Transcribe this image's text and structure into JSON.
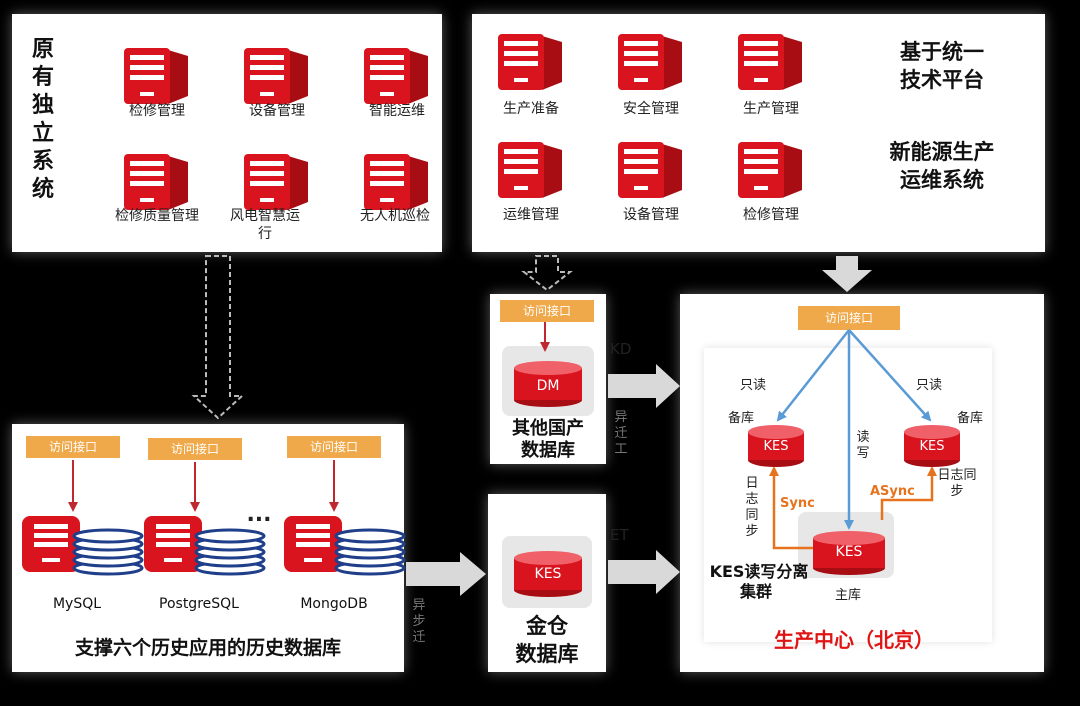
{
  "left_top": {
    "title": "原有独立系统",
    "items": [
      "检修管理",
      "设备管理",
      "智能运维",
      "检修质量管理",
      "风电智慧运行",
      "无人机巡检"
    ]
  },
  "right_top": {
    "title_line1": "基于统一",
    "title_line2": "技术平台",
    "subtitle_line1": "新能源生产",
    "subtitle_line2": "运维系统",
    "items": [
      "生产准备",
      "安全管理",
      "生产管理",
      "运维管理",
      "设备管理",
      "检修管理"
    ]
  },
  "history": {
    "interface_label": "访问接口",
    "databases": [
      "MySQL",
      "PostgreSQL",
      "MongoDB"
    ],
    "ellipsis": "...",
    "title": "支撑六个历史应用的历史数据库"
  },
  "other_domestic": {
    "interface_label": "访问接口",
    "db": "DM",
    "title_line1": "其他国产",
    "title_line2": "数据库"
  },
  "kingbase": {
    "db": "KES",
    "title_line1": "金仓",
    "title_line2": "数据库"
  },
  "center": {
    "interface_label": "访问接口",
    "readonly_left": "只读",
    "readonly_right": "只读",
    "standby_left": "备库",
    "standby_right": "备库",
    "read_write": "读写",
    "log_sync_left": "日志同步",
    "log_sync_right": "日志同步",
    "sync": "Sync",
    "async": "ASync",
    "kes_left": "KES",
    "kes_right": "KES",
    "kes_main": "KES",
    "main_label": "主库",
    "cluster_line1": "KES读写分离",
    "cluster_line2": "集群",
    "title": "生产中心（北京）"
  },
  "arrow_labels": {
    "kd": "KD",
    "et": "ET",
    "yi_left": "异步迁",
    "yi_right": "异迁工"
  },
  "colors": {
    "brand_red": "#d9141e",
    "interface_orange": "#f0a94a",
    "flow_blue": "#5b9bd5",
    "sync_orange": "#e6731e",
    "navy_disk": "#1f3f8a"
  }
}
